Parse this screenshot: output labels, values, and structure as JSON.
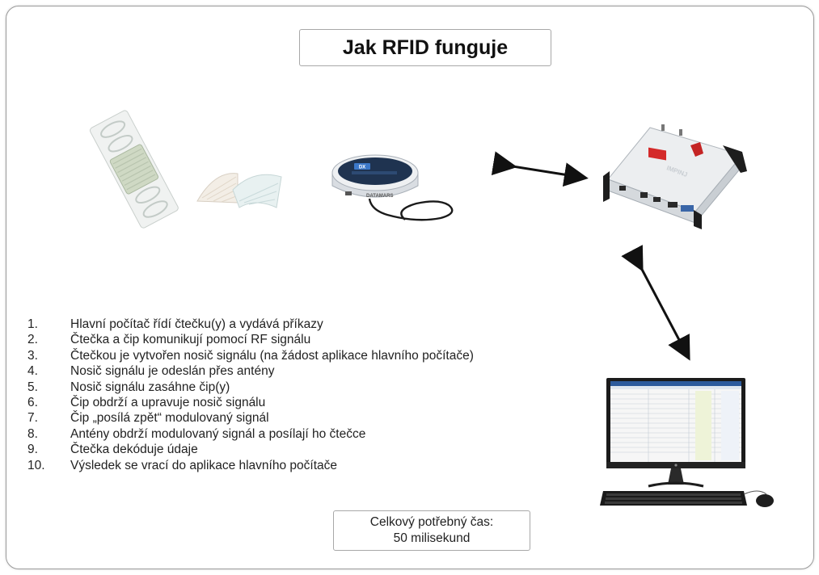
{
  "title": "Jak RFID funguje",
  "device_labels": {
    "antenna_brand": "DATAMARS",
    "antenna_badge": "DX",
    "reader_brand": "IMPINJ"
  },
  "steps": [
    {
      "num": "1.",
      "text": "Hlavní počítač řídí čtečku(y) a vydává příkazy"
    },
    {
      "num": "2.",
      "text": "Čtečka a čip komunikují pomocí RF signálu"
    },
    {
      "num": "3.",
      "text": "Čtečkou je vytvořen nosič signálu (na žádost aplikace hlavního počítače)"
    },
    {
      "num": "4.",
      "text": "Nosič signálu je odeslán přes antény"
    },
    {
      "num": "5.",
      "text": "Nosič signálu zasáhne čip(y)"
    },
    {
      "num": "6.",
      "text": "Čip obdrží a upravuje nosič signálu"
    },
    {
      "num": "7.",
      "text": "Čip „posílá zpět“ modulovaný signál"
    },
    {
      "num": "8.",
      "text": "Antény obdrží modulovaný signál a posílají ho čtečce"
    },
    {
      "num": "9.",
      "text": "Čtečka dekóduje údaje"
    },
    {
      "num": "10.",
      "text": "Výsledek se vrací do aplikace hlavního počítače"
    }
  ],
  "total_time": {
    "line1": "Celkový potřebný čas:",
    "line2": "50 milisekund"
  },
  "colors": {
    "arrow": "#111111",
    "antenna_top": "#1f3350",
    "reader_red": "#d42a2a",
    "tag_green": "#cfd9c4"
  }
}
